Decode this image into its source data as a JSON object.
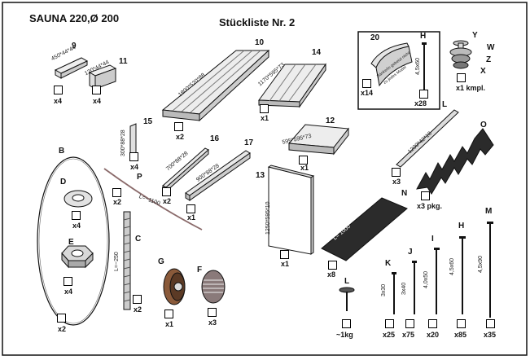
{
  "header": {
    "title": "SAUNA 220,Ø 200",
    "list_title": "Stückliste Nr. 2"
  },
  "items": {
    "p9": {
      "num": "9",
      "dim": "450*44*44",
      "qty": "x4"
    },
    "p11": {
      "num": "11",
      "dim": "120*44*44",
      "qty": "x4"
    },
    "p10": {
      "num": "10",
      "dim": "1800*520*88",
      "qty": "x2"
    },
    "p14": {
      "num": "14",
      "dim": "1170*595*73",
      "qty": "x1"
    },
    "p15": {
      "num": "15",
      "dim": "300*88*28",
      "qty": "x4"
    },
    "p16": {
      "num": "16",
      "dim": "700*88*28",
      "qty": "x2"
    },
    "p17": {
      "num": "17",
      "dim": "900*88*28",
      "qty": "x1"
    },
    "p12": {
      "num": "12",
      "dim": "595*595*73",
      "qty": "x1"
    },
    "p13": {
      "num": "13",
      "dim": "1250*595*10",
      "qty": "x1"
    },
    "pP": {
      "num": "P",
      "dim": "L=~1100",
      "qty": "x2"
    },
    "pB": {
      "num": "B",
      "qty": "x2"
    },
    "pD": {
      "num": "D",
      "qty": "x4"
    },
    "pE": {
      "num": "E",
      "qty": "x4"
    },
    "pC": {
      "num": "C",
      "dim": "L=~250",
      "qty": "x2"
    },
    "pG": {
      "num": "G",
      "qty": "x1"
    },
    "pF": {
      "num": "F",
      "qty": "x3"
    },
    "p20": {
      "num": "20",
      "note_line1": "Bänke/In gebeizt nicht",
      "note_line2": "zu jedes Model",
      "qty": "x14"
    },
    "pHtop": {
      "num": "H",
      "dim": "4,5x60",
      "qty": "x28"
    },
    "pYWZX": {
      "y": "Y",
      "w": "W",
      "z": "Z",
      "x": "X",
      "qty": "x1 kmpl."
    },
    "pL": {
      "num": "L",
      "dim": "1200*42*18",
      "qty": "x3"
    },
    "pO": {
      "num": "O",
      "dim": "L= 1000",
      "qty": "x3 pkg."
    },
    "pN": {
      "num": "N",
      "dim": "L= 1000",
      "qty": "x8"
    },
    "pLnail": {
      "num": "L",
      "qty": "~1kg"
    },
    "pK": {
      "num": "K",
      "dim": "3x30",
      "qty": "x25"
    },
    "pJ": {
      "num": "J",
      "dim": "3x40",
      "qty": "x75"
    },
    "pI": {
      "num": "I",
      "dim": "4,0x50",
      "qty": "x20"
    },
    "pH": {
      "num": "H",
      "dim": "4,5x60",
      "qty": "x85"
    },
    "pM": {
      "num": "M",
      "dim": "4,5x90",
      "qty": "x35"
    }
  },
  "colors": {
    "line": "#111111",
    "shingle": "#2b2b2b",
    "wood_fill": "#e9e9e9",
    "wood_dark": "#bdbdbd",
    "copper": "#8a5a3a"
  }
}
